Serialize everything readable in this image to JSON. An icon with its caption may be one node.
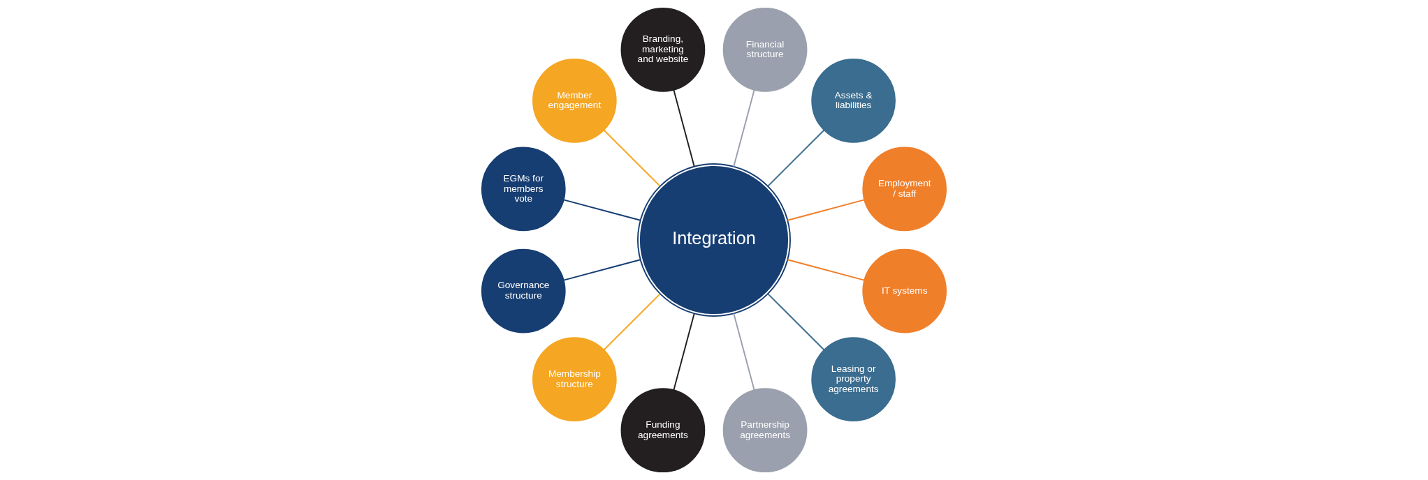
{
  "diagram": {
    "nodes": [
      {
        "text": [
          "Employment / staff"
        ]
      },
      {
        "text": [
          "Assets & liabilities"
        ]
      },
      {
        "text": [
          "Financial structure"
        ]
      },
      {
        "text": [
          "Branding, marketing and website"
        ]
      },
      {
        "text": [
          "Member engagement"
        ]
      },
      {
        "text": [
          "EGMs for members vote"
        ]
      },
      {
        "text": [
          "Integration"
        ]
      },
      {
        "text": [
          "Governance structure"
        ]
      },
      {
        "text": [
          "Membership structure"
        ]
      },
      {
        "text": [
          "Funding agreements"
        ]
      },
      {
        "text": [
          "Partnership agreements"
        ]
      },
      {
        "text": [
          "Leasing or property agreements"
        ]
      },
      {
        "text": [
          "IT systems"
        ]
      }
    ],
    "edges": [
      {
        "from": 0,
        "to": 6,
        "arrow": "none",
        "color": "#f07f2a"
      },
      {
        "from": 1,
        "to": 6,
        "arrow": "none",
        "color": "#3a6d8f"
      },
      {
        "from": 2,
        "to": 6,
        "arrow": "none",
        "color": "#9aa0ad"
      },
      {
        "from": 3,
        "to": 6,
        "arrow": "none",
        "color": "#231f20"
      },
      {
        "from": 4,
        "to": 6,
        "arrow": "none",
        "color": "#f5a623"
      },
      {
        "from": 5,
        "to": 6,
        "arrow": "none",
        "color": "#173e72"
      },
      {
        "from": 7,
        "to": 6,
        "arrow": "none",
        "color": "#173e72"
      },
      {
        "from": 8,
        "to": 6,
        "arrow": "none",
        "color": "#f5a623"
      },
      {
        "from": 9,
        "to": 6,
        "arrow": "none",
        "color": "#231f20"
      },
      {
        "from": 10,
        "to": 6,
        "arrow": "none",
        "color": "#9aa0ad"
      },
      {
        "from": 11,
        "to": 6,
        "arrow": "none",
        "color": "#3a6d8f"
      },
      {
        "from": 12,
        "to": 6,
        "arrow": "none",
        "color": "#f07f2a"
      }
    ]
  }
}
